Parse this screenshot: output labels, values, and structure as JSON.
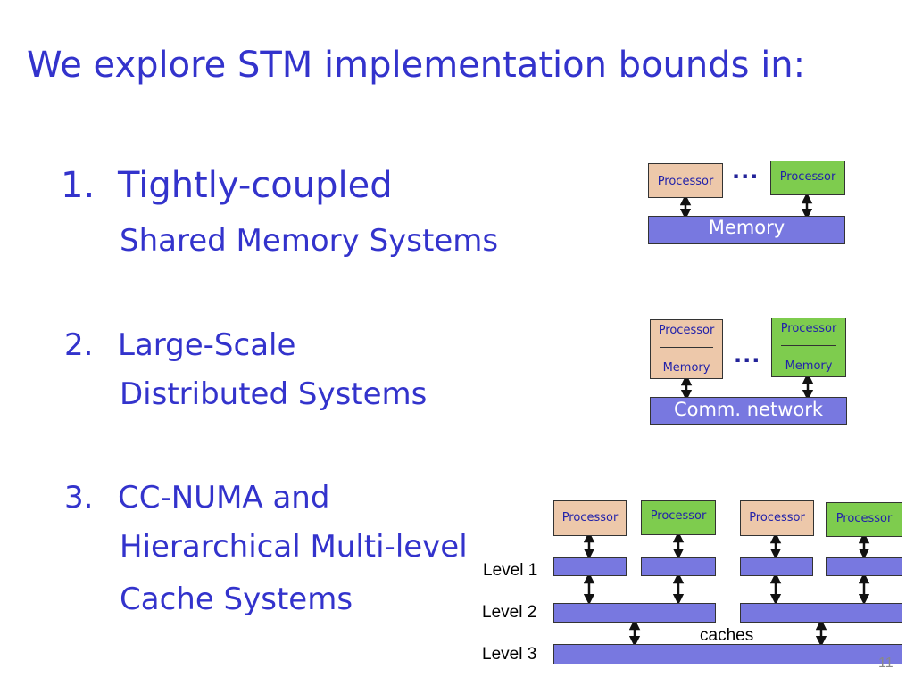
{
  "title": "We explore STM implementation bounds in:",
  "items": [
    {
      "number": "1.",
      "line1": "Tightly-coupled",
      "line2": "Shared Memory Systems"
    },
    {
      "number": "2.",
      "line1": "Large-Scale",
      "line2": "Distributed Systems"
    },
    {
      "number": "3.",
      "line1": "CC-NUMA and",
      "line2": "Hierarchical Multi-level",
      "line3": "Cache Systems"
    }
  ],
  "diagram1": {
    "processor_label": "Processor",
    "ellipsis": "...",
    "memory_label": "Memory"
  },
  "diagram2": {
    "processor_label": "Processor",
    "memory_label": "Memory",
    "ellipsis": "...",
    "network_label": "Comm. network"
  },
  "diagram3": {
    "processor_label": "Processor",
    "level1": "Level 1",
    "level2": "Level 2",
    "level3": "Level 3",
    "caches_label": "caches"
  },
  "page_number": "11",
  "colors": {
    "text": "#3333cc",
    "tan": "#edc8aa",
    "green": "#7ecc4e",
    "bar": "#7878e0"
  }
}
